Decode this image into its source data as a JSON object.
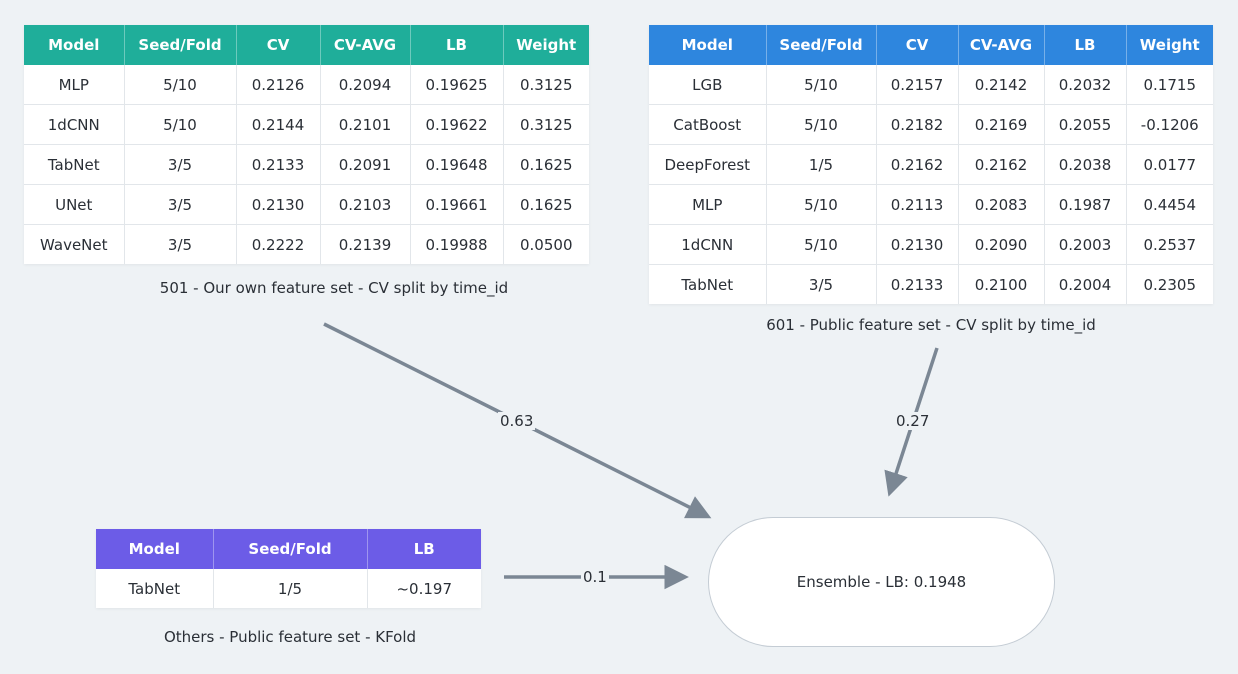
{
  "tables": {
    "t501": {
      "headers": [
        "Model",
        "Seed/Fold",
        "CV",
        "CV-AVG",
        "LB",
        "Weight"
      ],
      "rows": [
        [
          "MLP",
          "5/10",
          "0.2126",
          "0.2094",
          "0.19625",
          "0.3125"
        ],
        [
          "1dCNN",
          "5/10",
          "0.2144",
          "0.2101",
          "0.19622",
          "0.3125"
        ],
        [
          "TabNet",
          "3/5",
          "0.2133",
          "0.2091",
          "0.19648",
          "0.1625"
        ],
        [
          "UNet",
          "3/5",
          "0.2130",
          "0.2103",
          "0.19661",
          "0.1625"
        ],
        [
          "WaveNet",
          "3/5",
          "0.2222",
          "0.2139",
          "0.19988",
          "0.0500"
        ]
      ],
      "caption": "501 - Our own feature set - CV split by time_id",
      "color": "#1fae9a"
    },
    "t601": {
      "headers": [
        "Model",
        "Seed/Fold",
        "CV",
        "CV-AVG",
        "LB",
        "Weight"
      ],
      "rows": [
        [
          "LGB",
          "5/10",
          "0.2157",
          "0.2142",
          "0.2032",
          "0.1715"
        ],
        [
          "CatBoost",
          "5/10",
          "0.2182",
          "0.2169",
          "0.2055",
          "-0.1206"
        ],
        [
          "DeepForest",
          "1/5",
          "0.2162",
          "0.2162",
          "0.2038",
          "0.0177"
        ],
        [
          "MLP",
          "5/10",
          "0.2113",
          "0.2083",
          "0.1987",
          "0.4454"
        ],
        [
          "1dCNN",
          "5/10",
          "0.2130",
          "0.2090",
          "0.2003",
          "0.2537"
        ],
        [
          "TabNet",
          "3/5",
          "0.2133",
          "0.2100",
          "0.2004",
          "0.2305"
        ]
      ],
      "caption": "601 - Public feature set - CV split by time_id",
      "color": "#2e86de"
    },
    "others": {
      "headers": [
        "Model",
        "Seed/Fold",
        "LB"
      ],
      "rows": [
        [
          "TabNet",
          "1/5",
          "~0.197"
        ]
      ],
      "caption": "Others - Public feature set - KFold",
      "color": "#6c5ce7"
    }
  },
  "edges": {
    "e501": "0.63",
    "e601": "0.27",
    "others": "0.1"
  },
  "ensemble": {
    "label": "Ensemble - LB: 0.1948"
  },
  "colors": {
    "background": "#eef2f5",
    "arrow": "#7b8794"
  }
}
